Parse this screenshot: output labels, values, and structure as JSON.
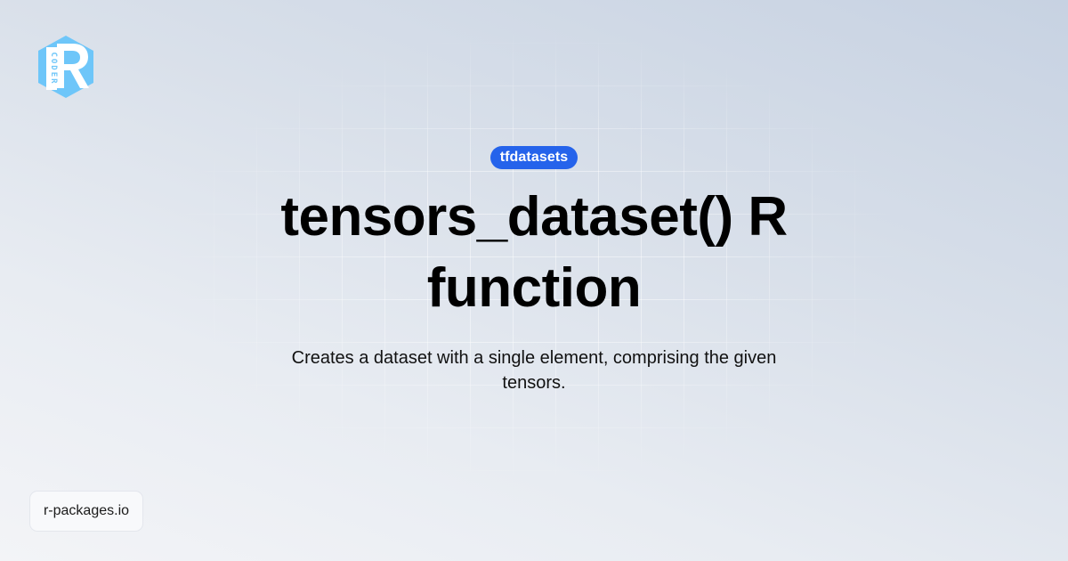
{
  "logo": {
    "icon": "r-coder-hexagon-logo",
    "letter": "R",
    "vertical_text": "CODER",
    "colors": {
      "hexagon": "#6ec6f9",
      "letter": "#ffffff",
      "text": "#6ec6f9"
    }
  },
  "package_badge": {
    "label": "tfdatasets",
    "color": "#2563eb"
  },
  "title": "tensors_dataset() R function",
  "description": "Creates a dataset with a single element, comprising the given tensors.",
  "site_badge": {
    "label": "r-packages.io"
  }
}
